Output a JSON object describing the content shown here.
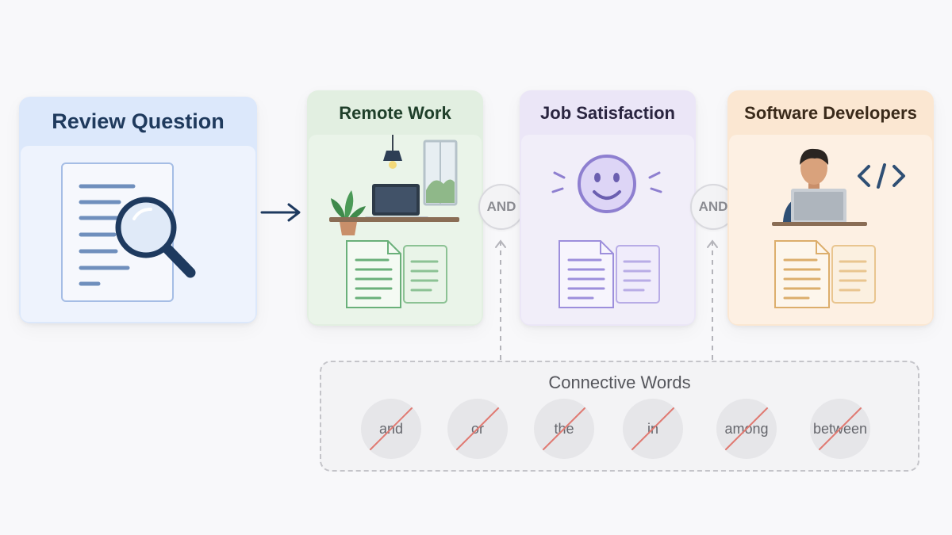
{
  "cards": {
    "review": {
      "title": "Review Question"
    },
    "remote": {
      "title": "Remote Work"
    },
    "job": {
      "title": "Job Satisfaction"
    },
    "software": {
      "title": "Software Developers"
    }
  },
  "operators": {
    "and_1": "AND",
    "and_2": "AND"
  },
  "connective": {
    "title": "Connective Words",
    "words": [
      "and",
      "or",
      "the",
      "in",
      "among",
      "between"
    ]
  },
  "colors": {
    "review_accent": "#1e3a5f",
    "remote_accent": "#4f8c5c",
    "job_accent": "#8e7fd0",
    "software_accent": "#d8a055",
    "strike": "#e07a72"
  },
  "icons": {
    "review": "document-magnifier-icon",
    "remote": "desk-laptop-plant-lamp-window-icon",
    "job": "smiley-face-icon",
    "software": "developer-at-laptop-code-icon",
    "docs": "document-stack-icon"
  }
}
